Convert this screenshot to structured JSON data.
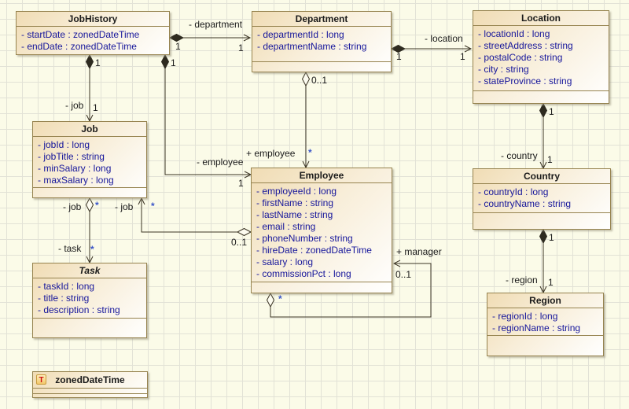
{
  "canvas": {
    "background_color": "#FBFBE8",
    "grid_color": "#E2E2D6",
    "box_border_color": "#96834F",
    "box_fill_top": "#F0DCB4",
    "box_fill_bottom": "#FFFFFF",
    "attribute_text_color": "#16169B",
    "edge_color": "#3B3424",
    "star_multiplicity_color": "#3A55C8"
  },
  "classes": {
    "job_history": {
      "name": "JobHistory",
      "attributes": [
        "- startDate : zonedDateTime",
        "- endDate : zonedDateTime"
      ]
    },
    "department": {
      "name": "Department",
      "attributes": [
        "- departmentId : long",
        "- departmentName : string"
      ]
    },
    "location": {
      "name": "Location",
      "attributes": [
        "- locationId : long",
        "- streetAddress : string",
        "- postalCode : string",
        "- city : string",
        "- stateProvince : string"
      ]
    },
    "job": {
      "name": "Job",
      "attributes": [
        "- jobId : long",
        "- jobTitle : string",
        "- minSalary : long",
        "- maxSalary : long"
      ]
    },
    "employee": {
      "name": "Employee",
      "attributes": [
        "- employeeId : long",
        "- firstName : string",
        "- lastName : string",
        "- email : string",
        "- phoneNumber : string",
        "- hireDate : zonedDateTime",
        "- salary : long",
        "- commissionPct : long"
      ]
    },
    "country": {
      "name": "Country",
      "attributes": [
        "- countryId : long",
        "- countryName : string"
      ]
    },
    "task": {
      "name": "Task",
      "attributes": [
        "- taskId : long",
        "- title : string",
        "- description : string"
      ]
    },
    "region": {
      "name": "Region",
      "attributes": [
        "- regionId : long",
        "- regionName : string"
      ]
    }
  },
  "datatype": {
    "name": "zonedDateTime",
    "icon_letter": "T"
  },
  "edges": {
    "job_history_department": {
      "role": "- department",
      "source_mult": "1",
      "target_mult": "1"
    },
    "department_location": {
      "role": "- location",
      "source_mult": "1",
      "target_mult": "1"
    },
    "job_history_job": {
      "role": "- job",
      "source_mult": "1",
      "target_mult": "1"
    },
    "job_history_employee": {
      "role": "- employee",
      "source_mult": "1",
      "target_mult": "1"
    },
    "department_employee": {
      "role": "+ employee",
      "source_mult": "0..1",
      "target_mult": "*"
    },
    "employee_job": {
      "role": "- job",
      "source_mult": "0..1",
      "target_mult": "*"
    },
    "job_task": {
      "source_role": "- job",
      "source_mult": "*",
      "target_role": "- task",
      "target_mult": "*"
    },
    "location_country": {
      "role": "- country",
      "source_mult": "1",
      "target_mult": "1"
    },
    "country_region": {
      "role": "- region",
      "source_mult": "1",
      "target_mult": "1"
    },
    "employee_manager": {
      "role": "+ manager",
      "source_mult": "*",
      "target_mult": "0..1"
    }
  }
}
